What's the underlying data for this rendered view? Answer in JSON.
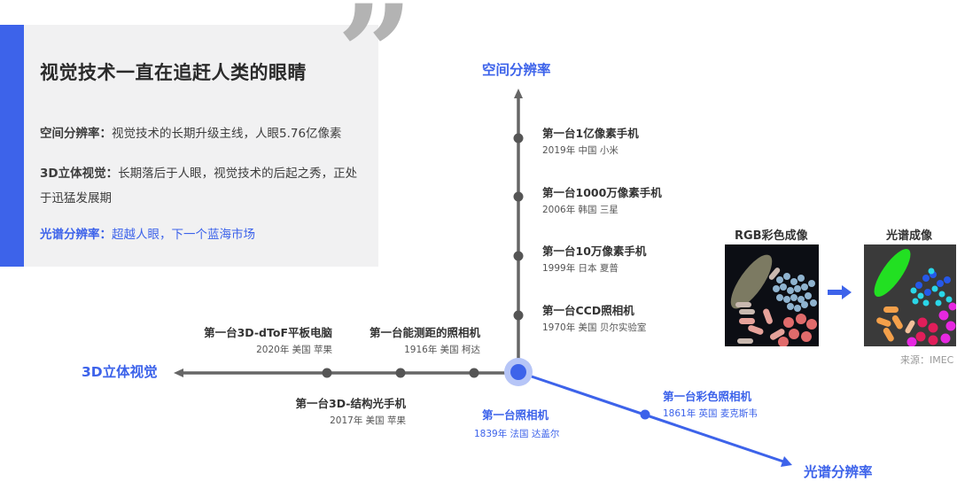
{
  "card": {
    "title": "视觉技术一直在追赶人类的眼睛",
    "quote_glyph": "”",
    "points": [
      {
        "label": "空间分辨率：",
        "text": "视觉技术的长期升级主线，人眼5.76亿像素"
      },
      {
        "label": "3D立体视觉：",
        "text": "长期落后于人眼，视觉技术的后起之秀，正处于迅猛发展期"
      },
      {
        "label": "光谱分辨率：",
        "text": "超越人眼，下一个蓝海市场"
      }
    ]
  },
  "axes": {
    "spatial": "空间分辨率",
    "depth": "3D立体视觉",
    "spectral": "光谱分辨率"
  },
  "origin": {
    "title": "第一台照相机",
    "sub": "1839年 法国 达盖尔"
  },
  "spatial_events": [
    {
      "title": "第一台1亿像素手机",
      "sub": "2019年 中国 小米"
    },
    {
      "title": "第一台1000万像素手机",
      "sub": "2006年 韩国 三星"
    },
    {
      "title": "第一台10万像素手机",
      "sub": "1999年 日本 夏普"
    },
    {
      "title": "第一台CCD照相机",
      "sub": "1970年 美国 贝尔实验室"
    }
  ],
  "depth_events": [
    {
      "title": "第一台3D-dToF平板电脑",
      "sub": "2020年 美国 苹果"
    },
    {
      "title": "第一台3D-结构光手机",
      "sub": "2017年 美国 苹果"
    },
    {
      "title": "第一台能测距的照相机",
      "sub": "1916年 美国 柯达"
    }
  ],
  "spectral_events": [
    {
      "title": "第一台彩色照相机",
      "sub": "1861年 英国 麦克斯韦"
    }
  ],
  "images": {
    "rgb_label": "RGB彩色成像",
    "spectral_label": "光谱成像",
    "source": "来源：IMEC"
  },
  "colors": {
    "accent": "#3d63ea",
    "axis_gray": "#666666",
    "card_bg": "#f1f1f2",
    "halo": "#b6c5f7"
  }
}
